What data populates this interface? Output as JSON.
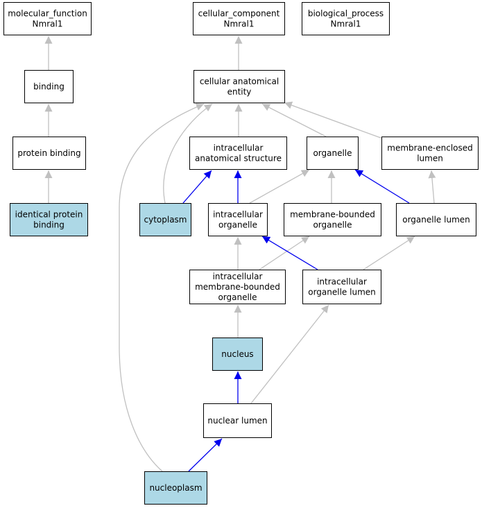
{
  "colors": {
    "plain_fill": "#ffffff",
    "highlight_fill": "#add8e6",
    "grey_edge": "#c0c0c0",
    "blue_edge": "#0000ee"
  },
  "nodes": [
    {
      "id": "molecular_function",
      "lines": [
        "molecular_function",
        "Nmral1"
      ],
      "highlight": false
    },
    {
      "id": "binding",
      "lines": [
        "binding"
      ],
      "highlight": false
    },
    {
      "id": "protein_binding",
      "lines": [
        "protein binding"
      ],
      "highlight": false
    },
    {
      "id": "identical_protein_binding",
      "lines": [
        "identical protein",
        "binding"
      ],
      "highlight": true
    },
    {
      "id": "cellular_component",
      "lines": [
        "cellular_component",
        "Nmral1"
      ],
      "highlight": false
    },
    {
      "id": "biological_process",
      "lines": [
        "biological_process",
        "Nmral1"
      ],
      "highlight": false
    },
    {
      "id": "cellular_anatomical_entity",
      "lines": [
        "cellular anatomical",
        "entity"
      ],
      "highlight": false
    },
    {
      "id": "intracellular_anatomical_structure",
      "lines": [
        "intracellular",
        "anatomical structure"
      ],
      "highlight": false
    },
    {
      "id": "organelle",
      "lines": [
        "organelle"
      ],
      "highlight": false
    },
    {
      "id": "membrane_enclosed_lumen",
      "lines": [
        "membrane-enclosed",
        "lumen"
      ],
      "highlight": false
    },
    {
      "id": "cytoplasm",
      "lines": [
        "cytoplasm"
      ],
      "highlight": true
    },
    {
      "id": "intracellular_organelle",
      "lines": [
        "intracellular",
        "organelle"
      ],
      "highlight": false
    },
    {
      "id": "membrane_bounded_organelle",
      "lines": [
        "membrane-bounded",
        "organelle"
      ],
      "highlight": false
    },
    {
      "id": "organelle_lumen",
      "lines": [
        "organelle lumen"
      ],
      "highlight": false
    },
    {
      "id": "intracellular_membrane_bounded_organelle",
      "lines": [
        "intracellular",
        "membrane-bounded",
        "organelle"
      ],
      "highlight": false
    },
    {
      "id": "intracellular_organelle_lumen",
      "lines": [
        "intracellular",
        "organelle lumen"
      ],
      "highlight": false
    },
    {
      "id": "nucleus",
      "lines": [
        "nucleus"
      ],
      "highlight": true
    },
    {
      "id": "nuclear_lumen",
      "lines": [
        "nuclear lumen"
      ],
      "highlight": false
    },
    {
      "id": "nucleoplasm",
      "lines": [
        "nucleoplasm"
      ],
      "highlight": true
    }
  ],
  "edges": [
    {
      "from": "binding",
      "to": "molecular_function",
      "color": "grey"
    },
    {
      "from": "protein_binding",
      "to": "binding",
      "color": "grey"
    },
    {
      "from": "identical_protein_binding",
      "to": "protein_binding",
      "color": "grey"
    },
    {
      "from": "cellular_anatomical_entity",
      "to": "cellular_component",
      "color": "grey"
    },
    {
      "from": "intracellular_anatomical_structure",
      "to": "cellular_anatomical_entity",
      "color": "grey"
    },
    {
      "from": "organelle",
      "to": "cellular_anatomical_entity",
      "color": "grey"
    },
    {
      "from": "membrane_enclosed_lumen",
      "to": "cellular_anatomical_entity",
      "color": "grey"
    },
    {
      "from": "cytoplasm",
      "to": "cellular_anatomical_entity",
      "color": "grey"
    },
    {
      "from": "nucleoplasm",
      "to": "cellular_anatomical_entity",
      "color": "grey"
    },
    {
      "from": "cytoplasm",
      "to": "intracellular_anatomical_structure",
      "color": "blue"
    },
    {
      "from": "intracellular_organelle",
      "to": "intracellular_anatomical_structure",
      "color": "blue"
    },
    {
      "from": "intracellular_organelle",
      "to": "organelle",
      "color": "grey"
    },
    {
      "from": "membrane_bounded_organelle",
      "to": "organelle",
      "color": "grey"
    },
    {
      "from": "organelle_lumen",
      "to": "organelle",
      "color": "blue"
    },
    {
      "from": "organelle_lumen",
      "to": "membrane_enclosed_lumen",
      "color": "grey"
    },
    {
      "from": "intracellular_membrane_bounded_organelle",
      "to": "intracellular_organelle",
      "color": "grey"
    },
    {
      "from": "intracellular_membrane_bounded_organelle",
      "to": "membrane_bounded_organelle",
      "color": "grey"
    },
    {
      "from": "intracellular_organelle_lumen",
      "to": "intracellular_organelle",
      "color": "blue"
    },
    {
      "from": "intracellular_organelle_lumen",
      "to": "organelle_lumen",
      "color": "grey"
    },
    {
      "from": "nucleus",
      "to": "intracellular_membrane_bounded_organelle",
      "color": "grey"
    },
    {
      "from": "nuclear_lumen",
      "to": "nucleus",
      "color": "blue"
    },
    {
      "from": "nuclear_lumen",
      "to": "intracellular_organelle_lumen",
      "color": "grey"
    },
    {
      "from": "nucleoplasm",
      "to": "nuclear_lumen",
      "color": "blue"
    }
  ]
}
